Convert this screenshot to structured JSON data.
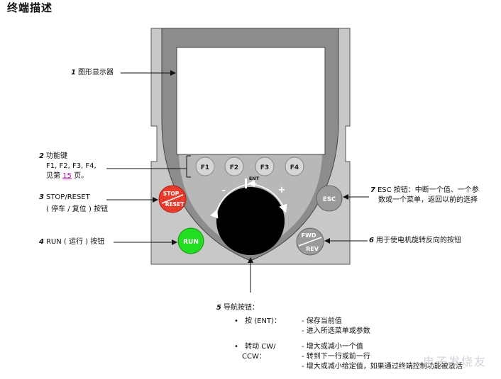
{
  "title": "终端描述",
  "labels": {
    "l1": {
      "num": "1",
      "text": "图形显示器"
    },
    "l2": {
      "num": "2",
      "line1": "功能键",
      "line2": "F1, F2, F3, F4,",
      "line3_pre": "见第 ",
      "line3_page": "15",
      "line3_post": " 页。"
    },
    "l3": {
      "num": "3",
      "line1": "STOP/RESET",
      "line2": "( 停车 / 复位 ) 按钮"
    },
    "l4": {
      "num": "4",
      "text": "RUN ( 运行 ) 按钮"
    },
    "l5": {
      "num": "5",
      "text": "导航按钮："
    },
    "l6": {
      "num": "6",
      "text": "用于使电机旋转反向的按钮"
    },
    "l7": {
      "num": "7",
      "line1": "ESC 按钮：中断一个值、一个参",
      "line2": "数或一个菜单，返回以前的选择"
    }
  },
  "nav": {
    "bullet1": "按 (ENT)：",
    "bullet1_items": [
      "- 保存当前值",
      "- 进入所选菜单或参数"
    ],
    "bullet2_a": "转动 CW/",
    "bullet2_b": "CCW：",
    "bullet2_items": [
      "- 增大或减小一个值",
      "- 转到下一行或前一行",
      "- 增大或减小给定值，如果通过终端控制功能被激活"
    ]
  },
  "keys": {
    "f1": "F1",
    "f2": "F2",
    "f3": "F3",
    "f4": "F4",
    "stop": "STOP",
    "reset": "RESET",
    "run": "RUN",
    "esc": "ESC",
    "fwd": "FWD",
    "rev": "REV",
    "ent": "ENT",
    "minus": "-",
    "plus": "+"
  },
  "watermark": "电子发烧友",
  "colors": {
    "panel": "#c8c8c8",
    "frame": "#8c8c8c",
    "stop": "#e83a2a",
    "run": "#22dd22",
    "keygray": "#9a9a9a",
    "fkey": "#d6d6d6"
  }
}
